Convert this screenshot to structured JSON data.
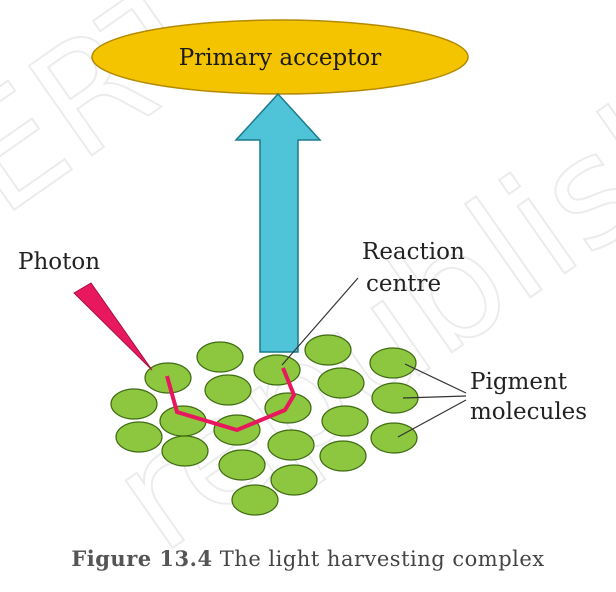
{
  "diagram": {
    "labels": {
      "primary_acceptor": "Primary acceptor",
      "photon": "Photon",
      "reaction_centre_line1": "Reaction",
      "reaction_centre_line2": "centre",
      "pigment_line1": "Pigment",
      "pigment_line2": "molecules"
    },
    "watermark_line1": "ERT",
    "watermark_line2": "republishe",
    "colors": {
      "acceptor_fill": "#f5c400",
      "acceptor_stroke": "#b38a00",
      "arrow_fill": "#4fc3d8",
      "arrow_stroke": "#1c7a8c",
      "pigment_fill": "#8dc63f",
      "pigment_stroke": "#3f6b12",
      "path_color": "#e8185f",
      "photon_fill": "#e8185f"
    }
  },
  "caption": {
    "figure_number": "Figure 13.4",
    "text": "The light harvesting complex"
  }
}
